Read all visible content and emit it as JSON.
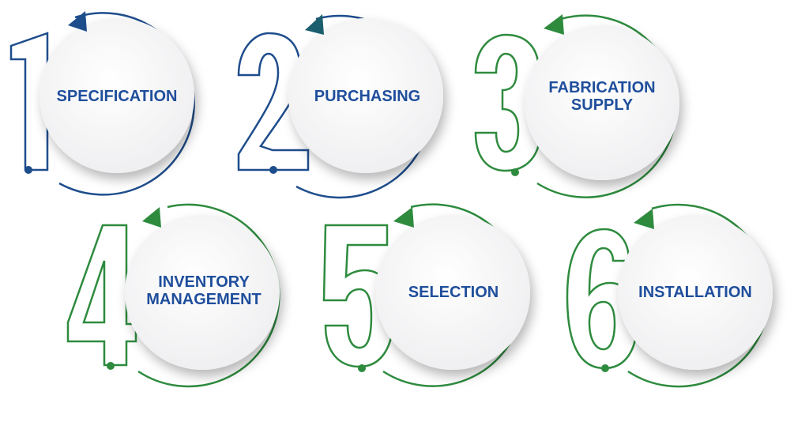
{
  "colors": {
    "blue": "#1e4d8c",
    "dark_teal": "#1b5e6e",
    "green": "#2e8b3e",
    "label_blue": "#1f4e9c",
    "disc": "#f5f5f6"
  },
  "steps": [
    {
      "number": "1",
      "label": "SPECIFICATION",
      "outline_color": "#1e4d8c",
      "arrow_color": "#1e4d8c"
    },
    {
      "number": "2",
      "label": "PURCHASING",
      "outline_color": "#1e4d8c",
      "arrow_color": "#1b5e6e"
    },
    {
      "number": "3",
      "label": "FABRICATION\nSUPPLY",
      "outline_color": "#2e8b3e",
      "arrow_color": "#2e8b3e"
    },
    {
      "number": "4",
      "label": "INVENTORY\nMANAGEMENT",
      "outline_color": "#2e8b3e",
      "arrow_color": "#2e8b3e"
    },
    {
      "number": "5",
      "label": "SELECTION",
      "outline_color": "#2e8b3e",
      "arrow_color": "#2e8b3e"
    },
    {
      "number": "6",
      "label": "INSTALLATION",
      "outline_color": "#2e8b3e",
      "arrow_color": "#2e8b3e"
    }
  ]
}
